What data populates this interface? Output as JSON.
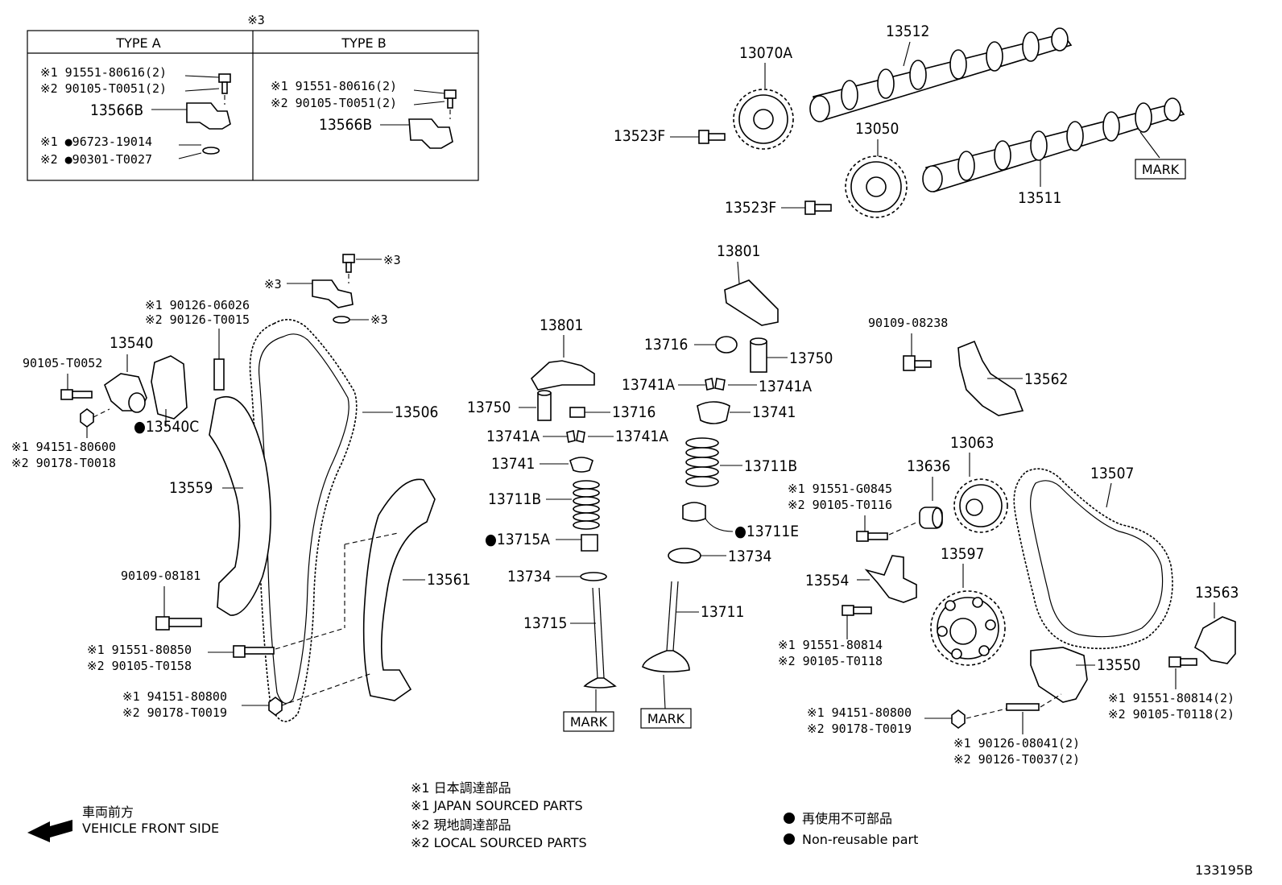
{
  "diagram_id": "133195B",
  "type_table": {
    "header_mark": "※3",
    "type_a": {
      "title": "TYPE A",
      "lines": [
        "※1 91551-80616(2)",
        "※2 90105-T0051(2)",
        "※1 ●96723-19014",
        "※2 ●90301-T0027"
      ],
      "part": "13566B"
    },
    "type_b": {
      "title": "TYPE B",
      "lines": [
        "※1 91551-80616(2)",
        "※2 90105-T0051(2)"
      ],
      "part": "13566B"
    }
  },
  "parts": {
    "p13070A": "13070A",
    "p13512": "13512",
    "p13523F_a": "13523F",
    "p13523F_b": "13523F",
    "p13050": "13050",
    "p13511": "13511",
    "mark_cam": "MARK",
    "p13801_a": "13801",
    "p13801_b": "13801",
    "p13716_a": "13716",
    "p13716_b": "13716",
    "p13750_a": "13750",
    "p13750_b": "13750",
    "p13741A_1": "13741A",
    "p13741A_2": "13741A",
    "p13741A_3": "13741A",
    "p13741A_4": "13741A",
    "p13741_a": "13741",
    "p13741_b": "13741",
    "p13711B_a": "13711B",
    "p13711B_b": "13711B",
    "p13715A": "●13715A",
    "p13711E": "●13711E",
    "p13734_a": "13734",
    "p13734_b": "13734",
    "p13715": "13715",
    "p13711": "13711",
    "mark_v1": "MARK",
    "mark_v2": "MARK",
    "p90109_08238": "90109-08238",
    "p13562": "13562",
    "p13063": "13063",
    "p13636": "13636",
    "p13507": "13507",
    "bolt_13636_1": "※1 91551-G0845",
    "bolt_13636_2": "※2 90105-T0116",
    "p13597": "13597",
    "p13554": "13554",
    "bolt_13554_1": "※1 91551-80814",
    "bolt_13554_2": "※2 90105-T0118",
    "p13563": "13563",
    "p13550": "13550",
    "bolt_13563_1": "※1 91551-80814(2)",
    "bolt_13563_2": "※2 90105-T0118(2)",
    "nut_13550_1": "※1 94151-80800",
    "nut_13550_2": "※2 90178-T0019",
    "stud_13550_1": "※1 90126-08041(2)",
    "stud_13550_2": "※2 90126-T0037(2)",
    "mark3_a": "※3",
    "mark3_b": "※3",
    "mark3_c": "※3",
    "stud_top_1": "※1 90126-06026",
    "stud_top_2": "※2 90126-T0015",
    "p13540": "13540",
    "p90105_T0052": "90105-T0052",
    "p13540C": "●13540C",
    "nut_13540_1": "※1 94151-80600",
    "nut_13540_2": "※2 90178-T0018",
    "p13506": "13506",
    "p13559": "13559",
    "p13561": "13561",
    "p90109_08181": "90109-08181",
    "bolt_left_1": "※1 91551-80850",
    "bolt_left_2": "※2 90105-T0158",
    "nut_left_1": "※1 94151-80800",
    "nut_left_2": "※2 90178-T0019"
  },
  "legend": {
    "front_jp": "車両前方",
    "front_en": "VEHICLE FRONT SIDE",
    "note1_jp": "※1 日本調達部品",
    "note1_en": "※1 JAPAN SOURCED PARTS",
    "note2_jp": "※2 現地調達部品",
    "note2_en": "※2 LOCAL SOURCED PARTS",
    "nonreuse_jp": "再使用不可部品",
    "nonreuse_en": "Non-reusable part"
  }
}
